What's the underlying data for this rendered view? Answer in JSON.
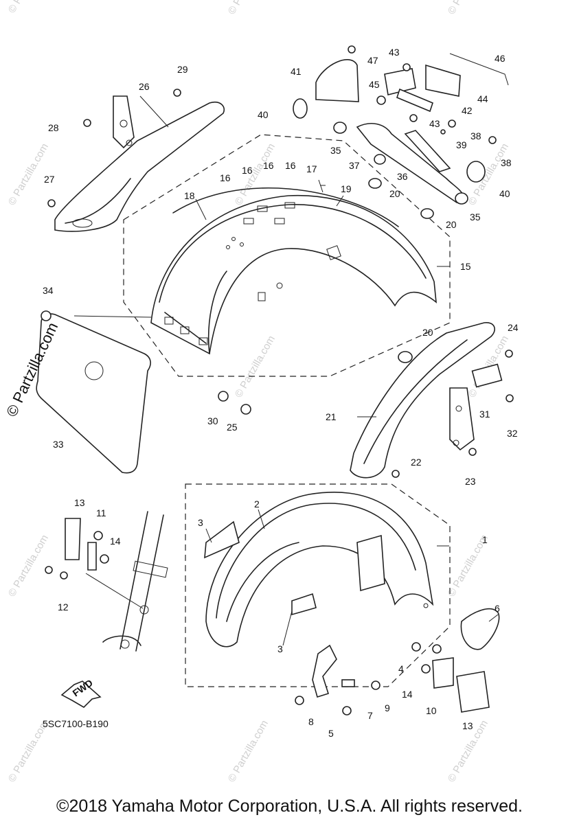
{
  "diagram": {
    "ref_code": "5SC7100-B190",
    "direction_label": "FWD",
    "copyright": "©2018 Yamaha Motor Corporation, U.S.A. All rights reserved.",
    "brand_watermark": "© Partzilla.com",
    "parts": [
      "1",
      "2",
      "3",
      "3",
      "4",
      "5",
      "6",
      "7",
      "8",
      "9",
      "10",
      "11",
      "12",
      "13",
      "13",
      "14",
      "14",
      "15",
      "16",
      "16",
      "16",
      "16",
      "17",
      "18",
      "19",
      "20",
      "20",
      "20",
      "21",
      "22",
      "23",
      "24",
      "25",
      "26",
      "27",
      "28",
      "29",
      "30",
      "31",
      "32",
      "33",
      "34",
      "35",
      "35",
      "36",
      "37",
      "38",
      "38",
      "39",
      "40",
      "40",
      "41",
      "42",
      "43",
      "43",
      "44",
      "45",
      "46",
      "47"
    ]
  }
}
